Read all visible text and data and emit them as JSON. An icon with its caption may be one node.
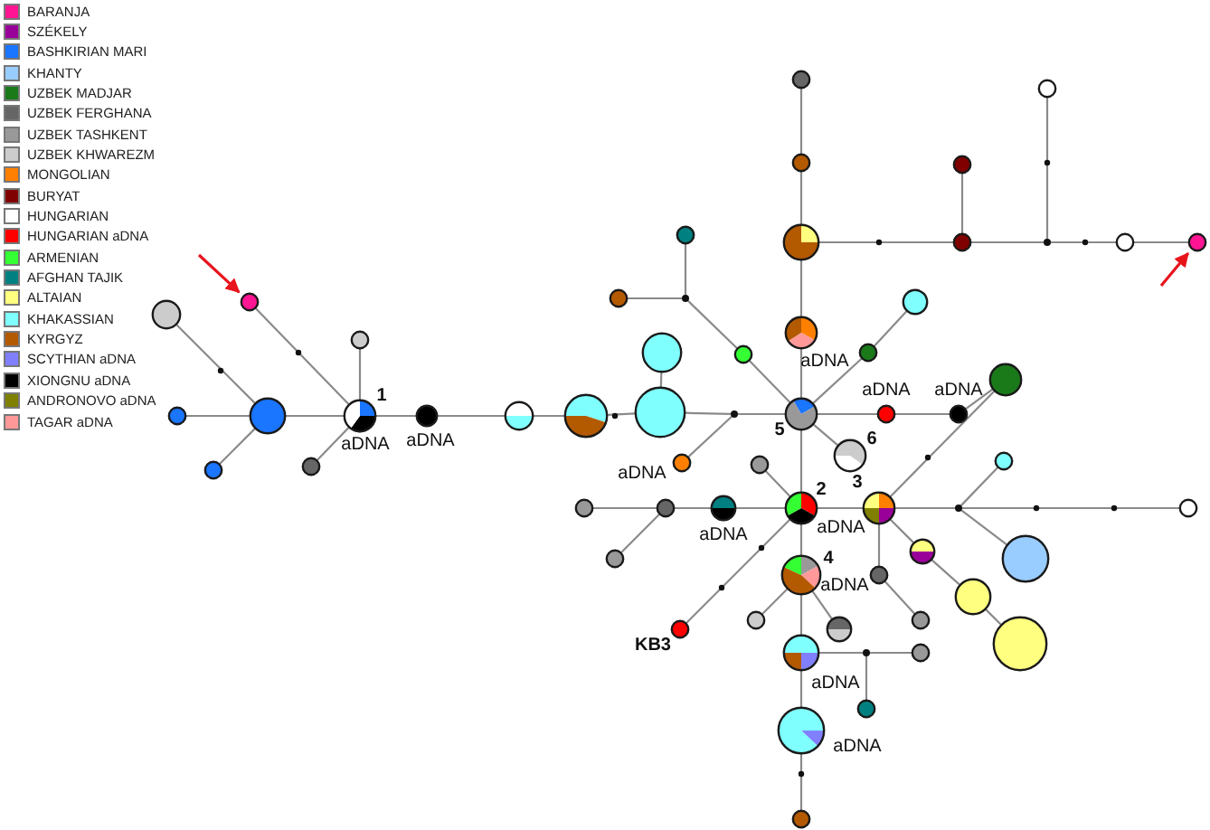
{
  "diagram": {
    "nodes": [
      {
        "text": [],
        "shape": "circle"
      },
      {
        "text": [],
        "shape": "circle"
      },
      {
        "text": [],
        "shape": "circle"
      },
      {
        "text": [],
        "shape": "circle"
      },
      {
        "text": [],
        "shape": "circle"
      },
      {
        "text": [],
        "shape": "circle"
      },
      {
        "text": [],
        "shape": "circle",
        "beside": [
          "1",
          "aDNA"
        ]
      },
      {
        "text": [],
        "shape": "circle"
      },
      {
        "text": [],
        "shape": "circle",
        "beside": [
          "aDNA"
        ]
      },
      {
        "text": [],
        "shape": "circle"
      },
      {
        "text": [],
        "shape": "circle"
      },
      {
        "text": [],
        "shape": "circle"
      },
      {
        "text": [],
        "shape": "circle"
      },
      {
        "text": [],
        "shape": "dot"
      },
      {
        "text": [],
        "shape": "circle",
        "beside": [
          "aDNA"
        ]
      },
      {
        "text": [],
        "shape": "circle"
      },
      {
        "text": [],
        "shape": "circle"
      },
      {
        "text": [],
        "shape": "circle"
      },
      {
        "text": [],
        "shape": "circle"
      },
      {
        "text": [],
        "shape": "circle"
      },
      {
        "text": [],
        "shape": "circle"
      },
      {
        "text": [],
        "shape": "dot"
      },
      {
        "text": [],
        "shape": "circle"
      },
      {
        "text": [],
        "shape": "circle"
      },
      {
        "text": [],
        "shape": "circle"
      },
      {
        "text": [],
        "shape": "circle"
      },
      {
        "text": [],
        "shape": "dot"
      },
      {
        "text": [],
        "shape": "circle"
      },
      {
        "text": [],
        "shape": "circle",
        "beside": [
          "aDNA"
        ]
      },
      {
        "text": [],
        "shape": "circle"
      },
      {
        "text": [],
        "shape": "circle"
      },
      {
        "text": [],
        "shape": "circle",
        "beside": [
          "5"
        ]
      },
      {
        "text": [],
        "shape": "circle",
        "beside": [
          "aDNA"
        ]
      },
      {
        "text": [],
        "shape": "circle",
        "beside": [
          "aDNA"
        ]
      },
      {
        "text": [],
        "shape": "circle"
      },
      {
        "text": [],
        "shape": "circle",
        "beside": [
          "6"
        ]
      },
      {
        "text": [],
        "shape": "circle"
      },
      {
        "text": [],
        "shape": "circle"
      },
      {
        "text": [],
        "shape": "circle"
      },
      {
        "text": [],
        "shape": "circle"
      },
      {
        "text": [],
        "shape": "circle",
        "beside": [
          "aDNA"
        ]
      },
      {
        "text": [],
        "shape": "circle",
        "beside": [
          "2"
        ]
      },
      {
        "text": [],
        "shape": "circle",
        "beside": [
          "3",
          "aDNA"
        ]
      },
      {
        "text": [],
        "shape": "dot"
      },
      {
        "text": [],
        "shape": "circle"
      },
      {
        "text": [],
        "shape": "circle"
      },
      {
        "text": [],
        "shape": "circle"
      },
      {
        "text": [],
        "shape": "circle"
      },
      {
        "text": [],
        "shape": "circle"
      },
      {
        "text": [],
        "shape": "circle",
        "beside": [
          "4",
          "aDNA"
        ]
      },
      {
        "text": [],
        "shape": "circle"
      },
      {
        "text": [],
        "shape": "circle"
      },
      {
        "text": [],
        "shape": "circle"
      },
      {
        "text": [],
        "shape": "circle"
      },
      {
        "text": [],
        "shape": "circle",
        "beside": [
          "KB3"
        ]
      },
      {
        "text": [],
        "shape": "circle",
        "beside": [
          "aDNA"
        ]
      },
      {
        "text": [],
        "shape": "dot"
      },
      {
        "text": [],
        "shape": "circle"
      },
      {
        "text": [],
        "shape": "circle"
      },
      {
        "text": [],
        "shape": "circle"
      },
      {
        "text": [],
        "shape": "circle",
        "beside": [
          "aDNA"
        ]
      },
      {
        "text": [],
        "shape": "circle"
      }
    ],
    "edges": [
      {
        "from": 3,
        "to": 2,
        "arrow": "none"
      },
      {
        "from": 0,
        "to": 2,
        "arrow": "none"
      },
      {
        "from": 4,
        "to": 2,
        "arrow": "none"
      },
      {
        "from": 2,
        "to": 6,
        "arrow": "none"
      },
      {
        "from": 1,
        "to": 6,
        "arrow": "none"
      },
      {
        "from": 5,
        "to": 6,
        "arrow": "none"
      },
      {
        "from": 7,
        "to": 6,
        "arrow": "none"
      },
      {
        "from": 6,
        "to": 8,
        "arrow": "none"
      },
      {
        "from": 8,
        "to": 9,
        "arrow": "none"
      },
      {
        "from": 9,
        "to": 10,
        "arrow": "none"
      },
      {
        "from": 10,
        "to": 12,
        "arrow": "none"
      },
      {
        "from": 11,
        "to": 12,
        "arrow": "none"
      },
      {
        "from": 12,
        "to": 13,
        "arrow": "none"
      },
      {
        "from": 13,
        "to": 31,
        "arrow": "none"
      },
      {
        "from": 13,
        "to": 14,
        "arrow": "none"
      },
      {
        "from": 15,
        "to": 16,
        "arrow": "none"
      },
      {
        "from": 16,
        "to": 17,
        "arrow": "none"
      },
      {
        "from": 17,
        "to": 28,
        "arrow": "none"
      },
      {
        "from": 17,
        "to": 19,
        "arrow": "none"
      },
      {
        "from": 18,
        "to": 19,
        "arrow": "none"
      },
      {
        "from": 19,
        "to": 21,
        "arrow": "none"
      },
      {
        "from": 20,
        "to": 21,
        "arrow": "none"
      },
      {
        "from": 21,
        "to": 22,
        "arrow": "none"
      },
      {
        "from": 22,
        "to": 23,
        "arrow": "none"
      },
      {
        "from": 24,
        "to": 26,
        "arrow": "none"
      },
      {
        "from": 25,
        "to": 26,
        "arrow": "none"
      },
      {
        "from": 26,
        "to": 27,
        "arrow": "none"
      },
      {
        "from": 27,
        "to": 31,
        "arrow": "none"
      },
      {
        "from": 28,
        "to": 31,
        "arrow": "none"
      },
      {
        "from": 31,
        "to": 29,
        "arrow": "none"
      },
      {
        "from": 29,
        "to": 30,
        "arrow": "none"
      },
      {
        "from": 31,
        "to": 32,
        "arrow": "none"
      },
      {
        "from": 32,
        "to": 33,
        "arrow": "none"
      },
      {
        "from": 33,
        "to": 34,
        "arrow": "none"
      },
      {
        "from": 31,
        "to": 35,
        "arrow": "none"
      },
      {
        "from": 31,
        "to": 41,
        "arrow": "none"
      },
      {
        "from": 36,
        "to": 41,
        "arrow": "none"
      },
      {
        "from": 37,
        "to": 38,
        "arrow": "none"
      },
      {
        "from": 38,
        "to": 40,
        "arrow": "none"
      },
      {
        "from": 38,
        "to": 39,
        "arrow": "none"
      },
      {
        "from": 40,
        "to": 41,
        "arrow": "none"
      },
      {
        "from": 41,
        "to": 42,
        "arrow": "none"
      },
      {
        "from": 42,
        "to": 34,
        "arrow": "none"
      },
      {
        "from": 42,
        "to": 43,
        "arrow": "none"
      },
      {
        "from": 43,
        "to": 44,
        "arrow": "none"
      },
      {
        "from": 43,
        "to": 45,
        "arrow": "none"
      },
      {
        "from": 43,
        "to": 46,
        "arrow": "none"
      },
      {
        "from": 42,
        "to": 47,
        "arrow": "none"
      },
      {
        "from": 47,
        "to": 50,
        "arrow": "none"
      },
      {
        "from": 50,
        "to": 58,
        "arrow": "none"
      },
      {
        "from": 42,
        "to": 48,
        "arrow": "none"
      },
      {
        "from": 48,
        "to": 53,
        "arrow": "none"
      },
      {
        "from": 41,
        "to": 49,
        "arrow": "none"
      },
      {
        "from": 49,
        "to": 51,
        "arrow": "none"
      },
      {
        "from": 49,
        "to": 52,
        "arrow": "none"
      },
      {
        "from": 41,
        "to": 54,
        "arrow": "none"
      },
      {
        "from": 49,
        "to": 55,
        "arrow": "none"
      },
      {
        "from": 55,
        "to": 56,
        "arrow": "none"
      },
      {
        "from": 56,
        "to": 57,
        "arrow": "none"
      },
      {
        "from": 56,
        "to": 59,
        "arrow": "none"
      },
      {
        "from": 55,
        "to": 60,
        "arrow": "none"
      },
      {
        "from": 60,
        "to": 61,
        "arrow": "none"
      },
      {
        "from": null,
        "to": 1,
        "arrow": "to",
        "color": "#e8141c"
      },
      {
        "from": null,
        "to": 23,
        "arrow": "to",
        "color": "#e8141c"
      }
    ],
    "legend": [
      {
        "text": "BARANJA",
        "color": "#ff1493"
      },
      {
        "text": "SZÉKELY",
        "color": "#990099"
      },
      {
        "text": "BASHKIRIAN MARI",
        "color": "#1a75ff"
      },
      {
        "text": "KHANTY",
        "color": "#99ccff"
      },
      {
        "text": "UZBEK MADJAR",
        "color": "#1a7a1a"
      },
      {
        "text": "UZBEK FERGHANA",
        "color": "#666666"
      },
      {
        "text": "UZBEK TASHKENT",
        "color": "#999999"
      },
      {
        "text": "UZBEK KHWAREZM",
        "color": "#cccccc"
      },
      {
        "text": "MONGOLIAN",
        "color": "#ff8000"
      },
      {
        "text": "BURYAT",
        "color": "#800000"
      },
      {
        "text": "HUNGARIAN",
        "color": "#ffffff"
      },
      {
        "text": "HUNGARIAN aDNA",
        "color": "#ff0000"
      },
      {
        "text": "ARMENIAN",
        "color": "#33ff33"
      },
      {
        "text": "AFGHAN TAJIK",
        "color": "#008080"
      },
      {
        "text": "ALTAIAN",
        "color": "#ffff80"
      },
      {
        "text": "KHAKASSIAN",
        "color": "#80ffff"
      },
      {
        "text": "KYRGYZ",
        "color": "#b35900"
      },
      {
        "text": "SCYTHIAN aDNA",
        "color": "#8080ff"
      },
      {
        "text": "XIONGNU aDNA",
        "color": "#000000"
      },
      {
        "text": "ANDRONOVO aDNA",
        "color": "#808000"
      },
      {
        "text": "TAGAR aDNA",
        "color": "#ff9999"
      }
    ]
  }
}
